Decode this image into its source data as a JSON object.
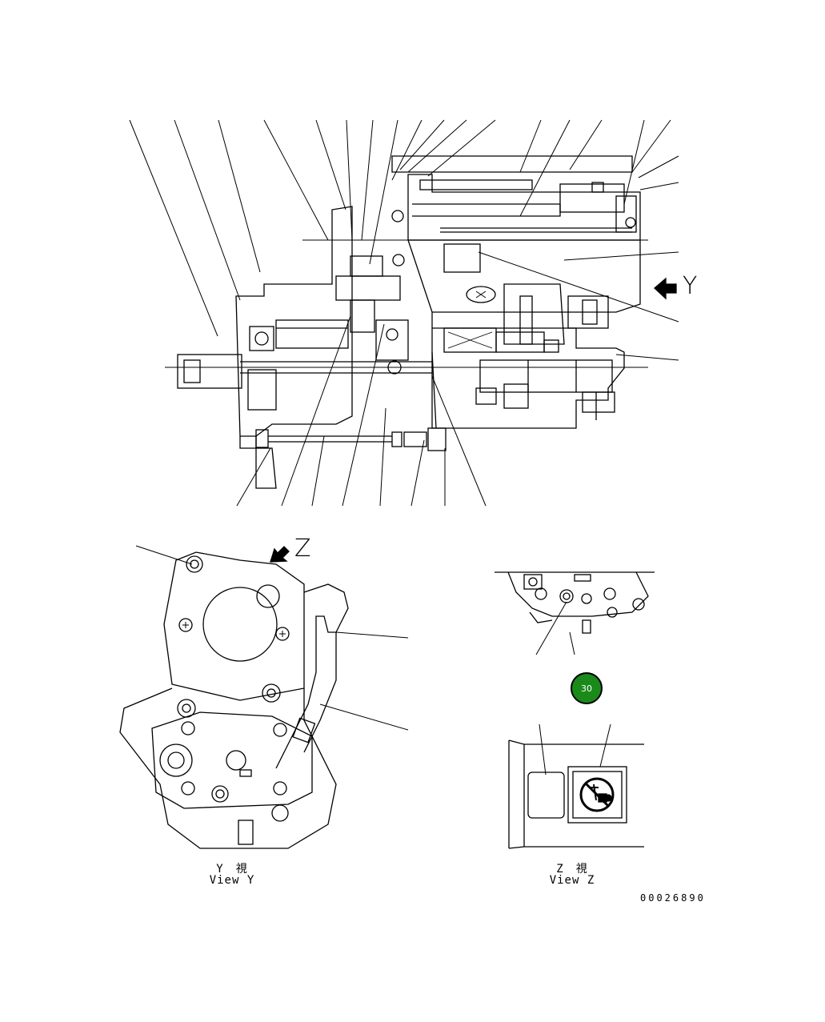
{
  "section_view": {
    "view_arrow_label": "Y"
  },
  "view_y": {
    "view_arrow_label": "Z",
    "caption_jp": "Y　視",
    "caption_en": "View Y"
  },
  "view_z": {
    "caption_jp": "Z　視",
    "caption_en": "View Z",
    "badge_number": "30",
    "badge_color": "#1a8a1a",
    "warning_label_icon": "no-water-spray-icon"
  },
  "document_number": "00026890"
}
